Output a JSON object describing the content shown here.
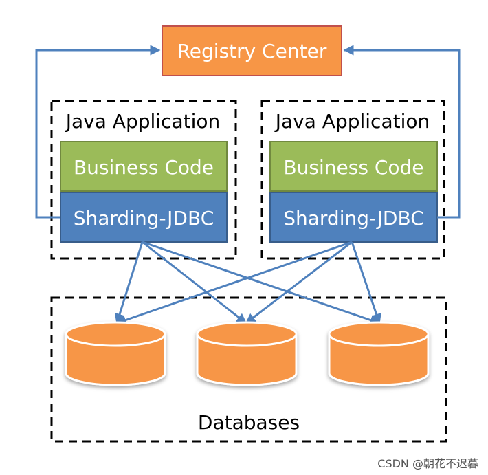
{
  "registry": {
    "label": "Registry Center"
  },
  "apps": [
    {
      "title": "Java Application",
      "business_label": "Business Code",
      "sharding_label": "Sharding-JDBC"
    },
    {
      "title": "Java Application",
      "business_label": "Business Code",
      "sharding_label": "Sharding-JDBC"
    }
  ],
  "databases": {
    "label": "Databases",
    "count": 3
  },
  "watermark": "CSDN @朝花不迟暮",
  "colors": {
    "registry_fill": "#F79646",
    "registry_stroke": "#C0504D",
    "business_fill": "#9BBB59",
    "business_stroke": "#71893F",
    "sharding_fill": "#4F81BD",
    "sharding_stroke": "#385D8A",
    "db_fill": "#F79646",
    "arrow": "#4F81BD"
  }
}
